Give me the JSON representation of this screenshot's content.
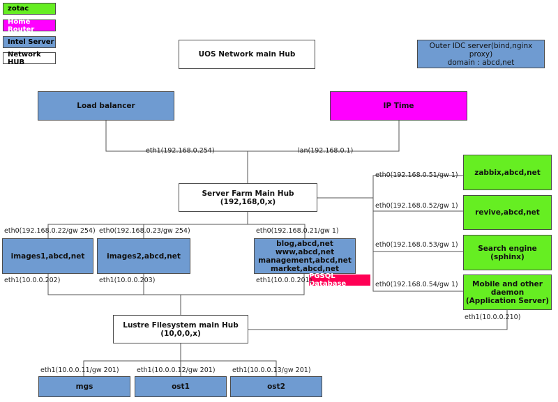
{
  "legend": {
    "zotac": "zotac",
    "router": "Home Router",
    "intel": "Intel Server",
    "hub": "Network HUB"
  },
  "nodes": {
    "uos_hub": "UOS Network main Hub",
    "outer_idc": "Outer IDC server(bind,nginx proxy)\ndomain : abcd,net",
    "load_balancer": "Load balancer",
    "ip_time": "IP Time",
    "server_farm_hub": "Server Farm Main Hub\n(192,168,0,x)",
    "zabbix": "zabbix,abcd,net",
    "revive": "revive,abcd,net",
    "search_engine": "Search engine (sphinx)",
    "mobile": "Mobile and other daemon\n(Application Server)",
    "images1": "images1,abcd,net",
    "images2": "images2,abcd,net",
    "web_multi": "blog,abcd,net\nwww,abcd,net\nmanagement,abcd,net\nmarket,abcd,net",
    "pgsql": "PGSQL Database",
    "lustre_hub": "Lustre Filesystem main Hub\n(10,0,0,x)",
    "mgs": "mgs",
    "ost1": "ost1",
    "ost2": "ost2"
  },
  "labels": {
    "lb_eth1": "eth1(192.168.0.254)",
    "iptime_lan": "lan(192.168.0.1)",
    "zabbix_eth0": "eth0(192.168.0.51/gw 1)",
    "revive_eth0": "eth0(192.168.0.52/gw 1)",
    "search_eth0": "eth0(192.168.0.53/gw 1)",
    "mobile_eth0": "eth0(192.168.0.54/gw 1)",
    "images1_eth0": "eth0(192.168.0.22/gw 254)",
    "images2_eth0": "eth0(192.168.0.23/gw 254)",
    "web_eth0": "eth0(192.168.0.21/gw 1)",
    "images1_eth1": "eth1(10.0.0.202)",
    "images2_eth1": "eth1(10.0.0.203)",
    "web_eth1": "eth1(10.0.0.201)",
    "mobile_eth1": "eth1(10.0.0.210)",
    "mgs_eth1": "eth1(10.0.0.11/gw 201)",
    "ost1_eth1": "eth1(10.0.0.12/gw 201)",
    "ost2_eth1": "eth1(10.0.0.13/gw 201)"
  },
  "colors": {
    "zotac": "#66ee22",
    "router": "#ff00ff",
    "intel": "#6f9bd1",
    "hub": "#ffffff",
    "pgsql": "#ff0055",
    "line": "#555555"
  }
}
